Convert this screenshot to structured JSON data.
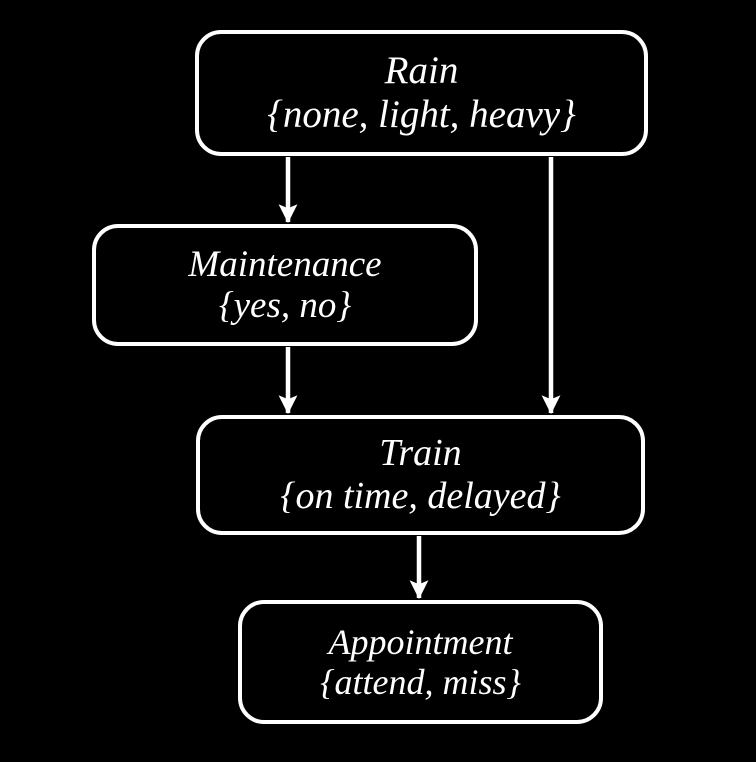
{
  "diagram": {
    "type": "bayesian-network",
    "background_color": "#000000",
    "stroke_color": "#ffffff",
    "text_color": "#ffffff",
    "nodes": [
      {
        "id": "rain",
        "name": "Rain",
        "states": "{none, light, heavy}"
      },
      {
        "id": "maintenance",
        "name": "Maintenance",
        "states": "{yes, no}"
      },
      {
        "id": "train",
        "name": "Train",
        "states": "{on time, delayed}"
      },
      {
        "id": "appointment",
        "name": "Appointment",
        "states": "{attend, miss}"
      }
    ],
    "edges": [
      {
        "id": "rain-to-maintenance",
        "from": "rain",
        "to": "maintenance"
      },
      {
        "id": "rain-to-train",
        "from": "rain",
        "to": "train"
      },
      {
        "id": "maintenance-to-train",
        "from": "maintenance",
        "to": "train"
      },
      {
        "id": "train-to-appointment",
        "from": "train",
        "to": "appointment"
      }
    ]
  }
}
